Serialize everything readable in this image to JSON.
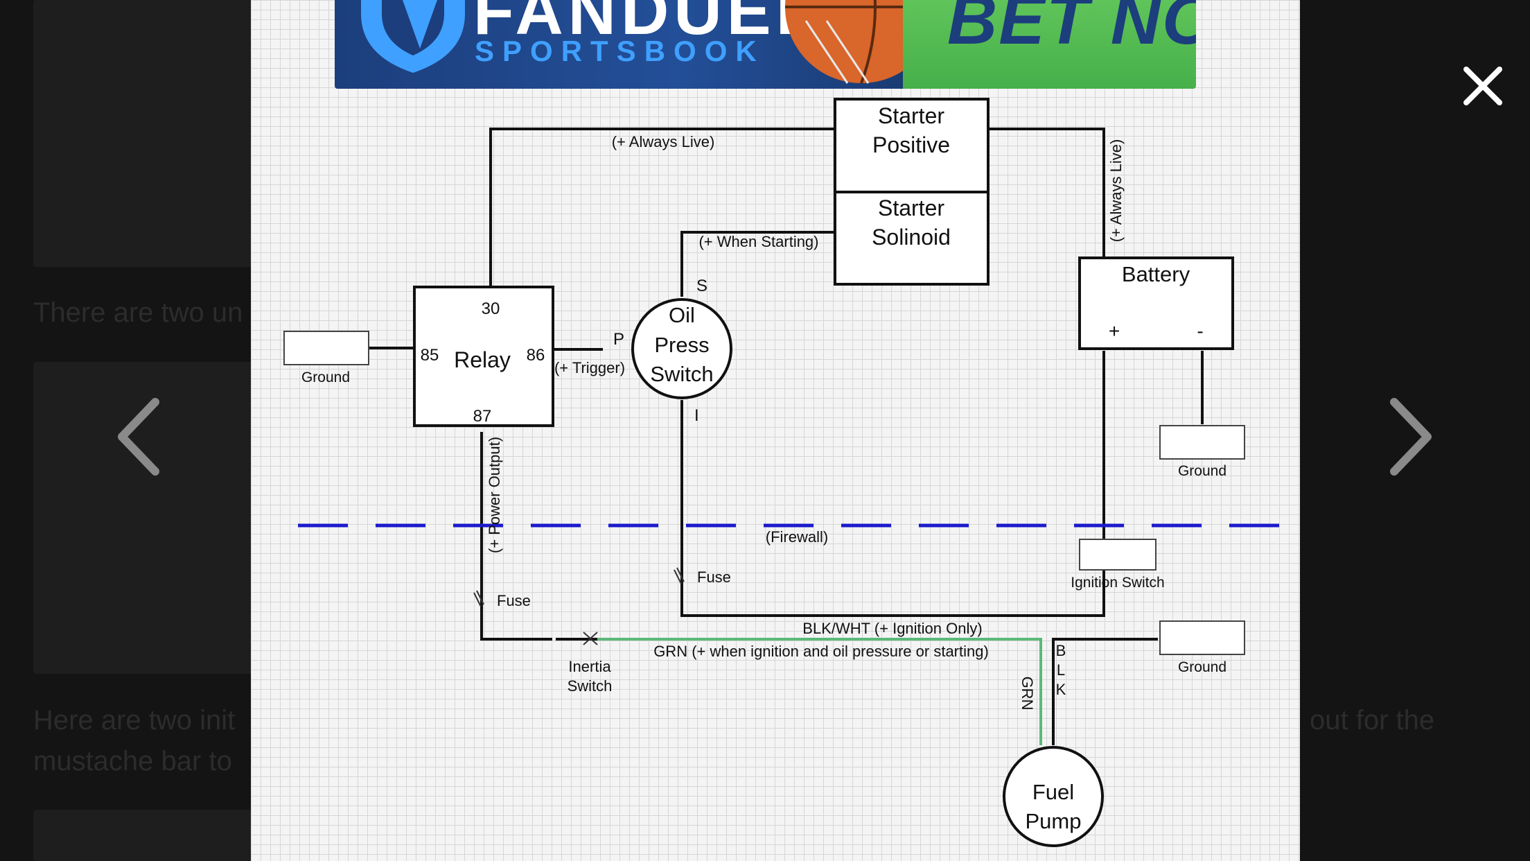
{
  "background_article": {
    "line1": "There are two un",
    "line2a": "Here are two init",
    "line2b": "mustache bar to",
    "line2c": "out for the"
  },
  "ad": {
    "brand": "FANDUEL",
    "sub": "SPORTSBOOK",
    "cta": "BET NOW"
  },
  "diagram": {
    "starter_positive": [
      "Starter",
      "Positive"
    ],
    "starter_solinoid": [
      "Starter",
      "Solinoid"
    ],
    "battery": {
      "title": "Battery",
      "plus": "+",
      "minus": "-"
    },
    "relay": {
      "label": "Relay",
      "pin30": "30",
      "pin85": "85",
      "pin86": "86",
      "pin87": "87"
    },
    "oil_switch": {
      "lines": [
        "Oil",
        "Press",
        "Switch"
      ],
      "s": "S",
      "p": "P",
      "i": "I"
    },
    "fuel_pump": [
      "Fuel",
      "Pump"
    ],
    "always_live_top": "(+ Always Live)",
    "always_live_right": "(+ Always Live)",
    "when_starting": "(+ When Starting)",
    "trigger": "(+ Trigger)",
    "power_output": "(+ Power Output)",
    "firewall": "(Firewall)",
    "fuse": "Fuse",
    "ground": "Ground",
    "ignition_switch": "Ignition Switch",
    "inertia_switch": [
      "Inertia",
      "Switch"
    ],
    "blk_wht": "BLK/WHT (+ Ignition Only)",
    "grn": "GRN (+ when ignition and oil pressure or starting)",
    "grn_vertical": "GRN",
    "blk_vertical": [
      "B",
      "L",
      "K"
    ],
    "colors": {
      "wire": "#111111",
      "green_wire": "#5cb87a",
      "firewall": "#1a1acc",
      "grid": "#d6d6d6"
    }
  },
  "nav": {
    "prev_icon": "chevron-left-icon",
    "next_icon": "chevron-right-icon",
    "close_icon": "close-icon"
  }
}
